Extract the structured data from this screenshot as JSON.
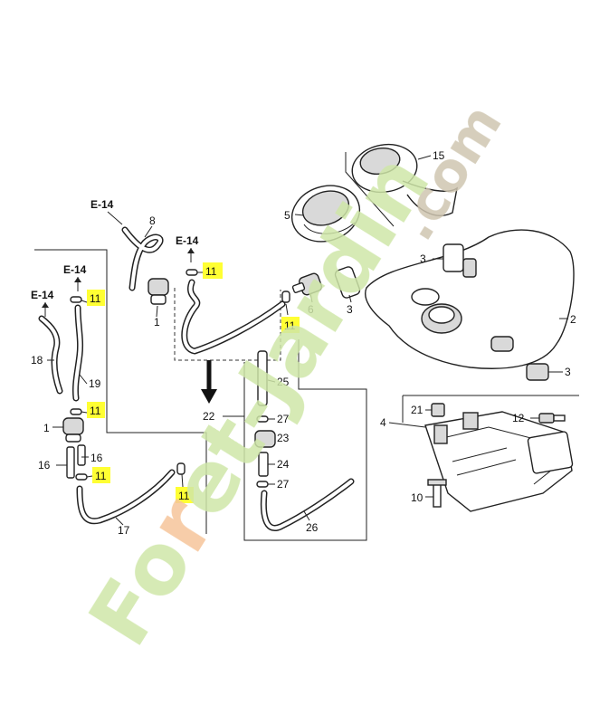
{
  "references": {
    "r1": "E-14",
    "r2": "E-14",
    "r3": "E-14",
    "r4": "E-14"
  },
  "callouts": {
    "c1a": "1",
    "c1b": "1",
    "c2": "2",
    "c3a": "3",
    "c3b": "3",
    "c3c": "3",
    "c4": "4",
    "c5": "5",
    "c6": "6",
    "c8": "8",
    "c10": "10",
    "c11a": "11",
    "c11b": "11",
    "c11c": "11",
    "c11d": "11",
    "c11e": "11",
    "c11f": "11",
    "c12": "12",
    "c15": "15",
    "c16a": "16",
    "c16b": "16",
    "c17": "17",
    "c18": "18",
    "c19": "19",
    "c21": "21",
    "c22": "22",
    "c23": "23",
    "c24": "24",
    "c25": "25",
    "c26": "26",
    "c27a": "27",
    "c27b": "27"
  },
  "watermark": {
    "orange_letter": "r",
    "text_a": "Fo",
    "text_b": "et-Jardin",
    "text_c": ".com"
  },
  "colors": {
    "highlight": "#ffff33",
    "watermark_green": "#cfe7a8",
    "watermark_orange": "#f6c59a",
    "watermark_brown": "#cfc6b0"
  }
}
